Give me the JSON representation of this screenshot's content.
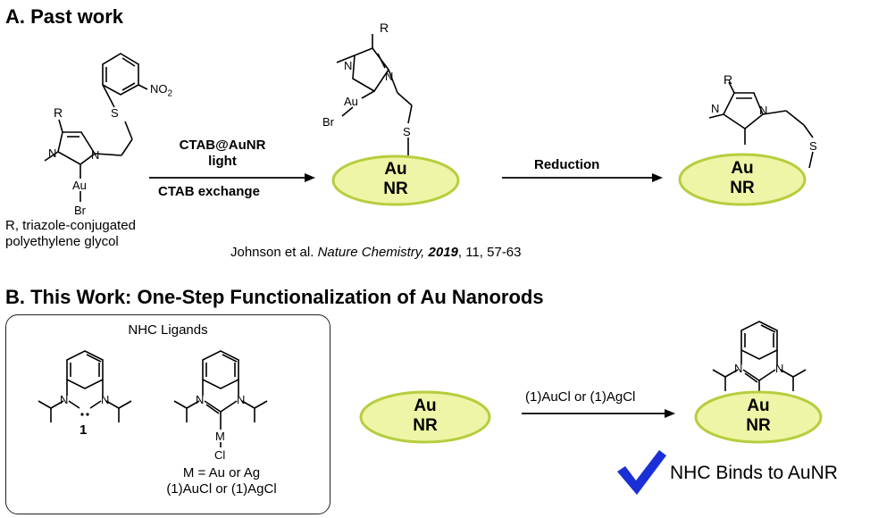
{
  "sectionA": {
    "heading": "A. Past work",
    "nitro_label": "NO",
    "nitro_sub": "2",
    "reagent": {
      "line1": "CTAB@AuNR",
      "line2": "light",
      "line3": "CTAB exchange"
    },
    "r_caption": [
      "R, triazole-conjugated",
      "polyethylene glycol"
    ],
    "reduction_label": "Reduction",
    "citation": {
      "authors": "Johnson et al. ",
      "journal": "Nature Chemistry,",
      "year": "2019",
      "rest": ", 11, 57-63"
    }
  },
  "sectionB": {
    "heading": "B. This Work: One-Step Functionalization of Au Nanorods",
    "ligand_box_title": "NHC Ligands",
    "compound_number": "1",
    "metal_caption": [
      "M = Au or Ag",
      "(1)AuCl or (1)AgCl"
    ],
    "reaction_label": "(1)AuCl or (1)AgCl",
    "result_label": "NHC Binds to AuNR"
  },
  "nanorod": {
    "line1": "Au",
    "line2": "NR"
  },
  "atoms": {
    "R": "R",
    "N": "N",
    "S": "S",
    "Au": "Au",
    "Br": "Br",
    "M": "M",
    "Cl": "Cl"
  },
  "colors": {
    "rod_fill": "#eef5a6",
    "rod_edge": "#b7cd3e",
    "check": "#1b2fd6"
  }
}
